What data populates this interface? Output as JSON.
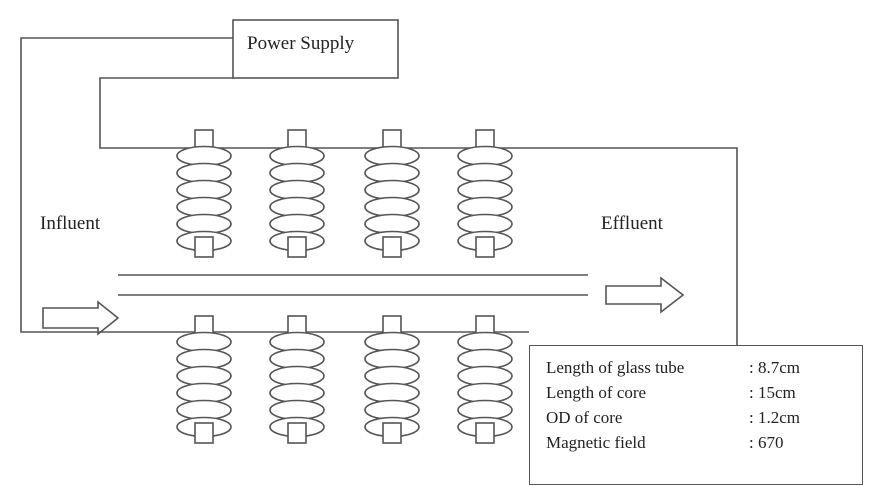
{
  "labels": {
    "power_supply": "Power Supply",
    "influent": "Influent",
    "effluent": "Effluent"
  },
  "specs": [
    {
      "name": "Length of glass tube",
      "value": ": 8.7cm"
    },
    {
      "name": "Length of core",
      "value": ": 15cm"
    },
    {
      "name": "OD of core",
      "value": ": 1.2cm"
    },
    {
      "name": "Magnetic field",
      "value": ": 670"
    }
  ],
  "colors": {
    "line": "#555555",
    "text": "#222222",
    "background": "#ffffff"
  }
}
